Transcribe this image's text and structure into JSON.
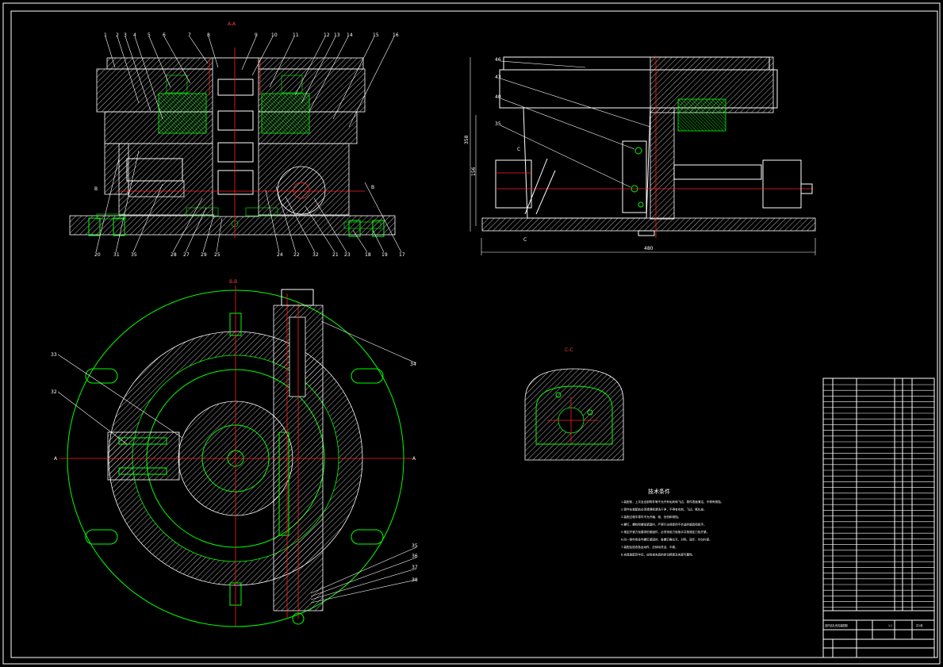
{
  "colors": {
    "background": "#000000",
    "outline": "#ffffff",
    "part": "#00ff00",
    "centerline": "#ff2020"
  },
  "views": {
    "top_left": {
      "title": "A-A"
    },
    "bottom_left": {
      "title": "B-B"
    },
    "middle_small": {
      "title": "C-C"
    }
  },
  "balloons_top_left": [
    "1",
    "2",
    "3",
    "4",
    "5",
    "6",
    "7",
    "8",
    "9",
    "10",
    "11",
    "12",
    "13",
    "14",
    "15",
    "16"
  ],
  "balloons_bottom_row": [
    "20",
    "31",
    "35",
    "28",
    "27",
    "29",
    "25",
    "24",
    "22",
    "32",
    "21",
    "23",
    "18",
    "19",
    "17"
  ],
  "balloons_right_view": [
    "46",
    "43",
    "40",
    "35"
  ],
  "balloons_bottom_left": [
    "33",
    "32",
    "34",
    "35",
    "36",
    "37",
    "38"
  ],
  "dimensions": {
    "right_width": "480",
    "right_height": "358",
    "right_height_inner": "156"
  },
  "section_marks": {
    "c_left": "C",
    "c_bottom": "C",
    "a_left": "A",
    "a_right": "A",
    "b_left": "B",
    "b_right": "B"
  },
  "tech_title": "技术条件",
  "tech_notes": [
    "1.装配前，上次及全部附件等不允许有毛刺和飞边，零件表面清洁，不得有锈蚀。",
    "2.零件在装配前必须清理和清洗干净，不得有毛刺、飞边、氧化皮。",
    "3.装配过程中零件不允许磕、碰、划伤和锈蚀。",
    "4.螺钉、螺栓和螺母紧固时，严禁打击或使用不合适的旋具和扳手。",
    "5.规定拧紧力矩要求的紧固件，必须采用力矩扳手并按规定力矩拧紧。",
    "6.同一零件用多件螺钉紧固时，各螺钉需交叉、对称、逐步、均匀拧紧。",
    "7.装配后检查各运动件，应转动灵活、平稳。",
    "8.夹具装配完毕后，应检查夹具的定位精度及夹紧可靠性。"
  ],
  "title_block": {
    "name": "连杆钻孔夹具装配图",
    "scale": "1:1",
    "sheet": "共1张"
  }
}
